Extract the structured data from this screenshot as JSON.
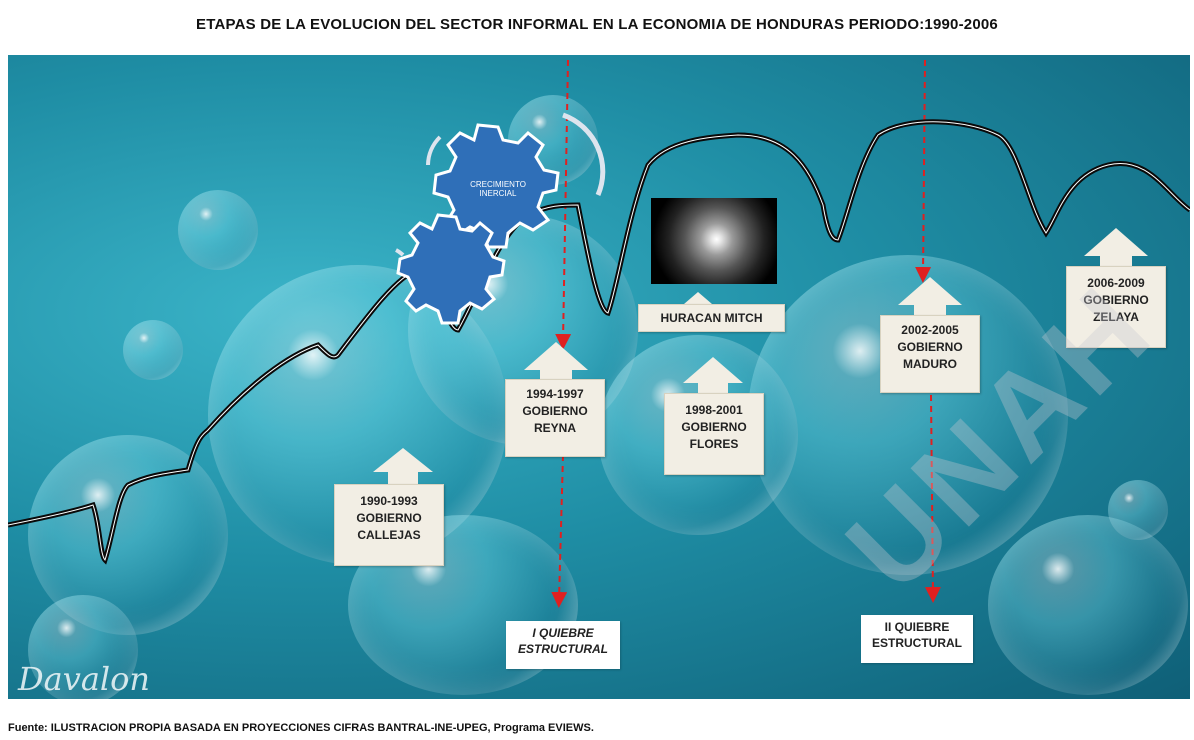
{
  "title": "ETAPAS DE LA EVOLUCION DEL SECTOR INFORMAL EN LA ECONOMIA DE HONDURAS PERIODO:1990-2006",
  "logo_text": "Davalon",
  "gear_label": "CRECIMIENTO INERCIAL",
  "events": {
    "hurricane_label": "HURACAN MITCH"
  },
  "governments": [
    {
      "years": "1990-1993",
      "line1": "GOBIERNO",
      "line2": "CALLEJAS"
    },
    {
      "years": "1994-1997",
      "line1": "GOBIERNO",
      "line2": "REYNA"
    },
    {
      "years": "1998-2001",
      "line1": "GOBIERNO",
      "line2": "FLORES"
    },
    {
      "years": "2002-2005",
      "line1": "GOBIERNO",
      "line2": "MADURO"
    },
    {
      "years": "2006-2009",
      "line1": "GOBIERNO",
      "line2": "ZELAYA"
    }
  ],
  "breaks": {
    "first_line1": "I  QUIEBRE",
    "first_line2": "ESTRUCTURAL",
    "second_line1": "II QUIEBRE",
    "second_line2": "ESTRUCTURAL"
  },
  "source": "Fuente: ILUSTRACION PROPIA BASADA EN PROYECCIONES CIFRAS BANTRAL-INE-UPEG, Programa EVIEWS.",
  "watermark": "UNAH",
  "colors": {
    "curve": "#0a0a0a",
    "break_line": "#e02020",
    "label_box": "#f2eee4",
    "gear": "#2f6fb8"
  }
}
